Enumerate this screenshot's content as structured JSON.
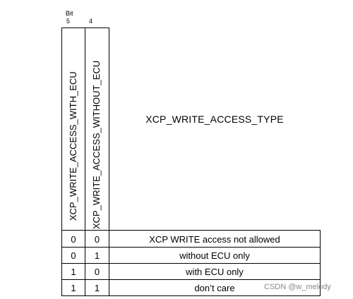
{
  "header": {
    "bit_label": "Bit",
    "bit5": "5",
    "bit4": "4"
  },
  "columns": {
    "with_ecu": "XCP_WRITE_ACCESS_WITH_ECU",
    "without_ecu": "XCP_WRITE_ACCESS_WITHOUT_ECU",
    "type_title": "XCP_WRITE_ACCESS_TYPE"
  },
  "rows": [
    {
      "bit5": "0",
      "bit4": "0",
      "desc": "XCP WRITE access not allowed"
    },
    {
      "bit5": "0",
      "bit4": "1",
      "desc": "without ECU only"
    },
    {
      "bit5": "1",
      "bit4": "0",
      "desc": "with ECU only"
    },
    {
      "bit5": "1",
      "bit4": "1",
      "desc": "don’t care"
    }
  ],
  "watermark": "CSDN @w_melody"
}
